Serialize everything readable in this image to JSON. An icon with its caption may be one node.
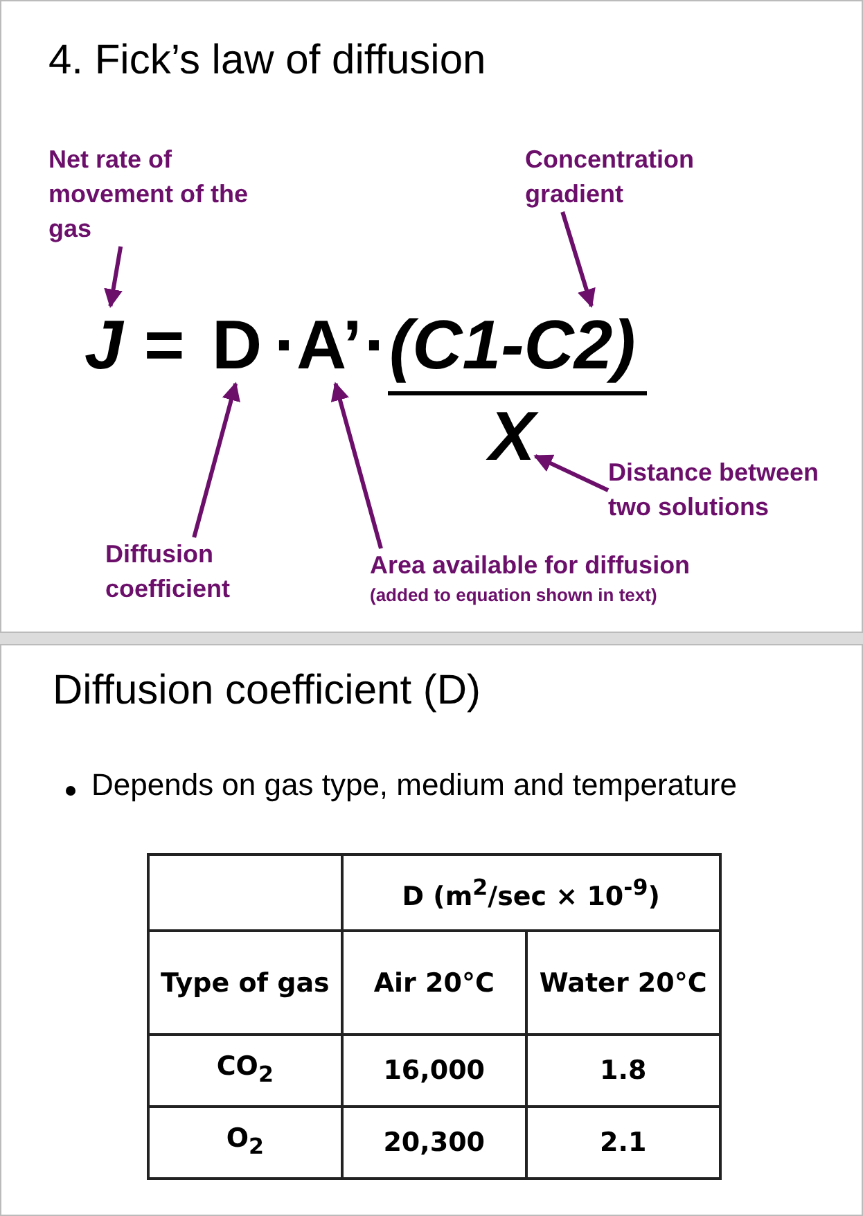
{
  "diagram": {
    "title": "4. Fick’s law of diffusion",
    "nodes": [
      {
        "text": [
          "Net rate of movement of the gas"
        ]
      },
      {
        "text": [
          "Concentration gradient"
        ]
      },
      {
        "text": [
          "J"
        ]
      },
      {
        "text": [
          "D"
        ]
      },
      {
        "text": [
          "A’"
        ]
      },
      {
        "text": [
          "(C1-C2)"
        ]
      },
      {
        "text": [
          "X"
        ]
      },
      {
        "text": [
          "Diffusion coefficient"
        ]
      },
      {
        "text": [
          "Area available for diffusion",
          "(added to equation shown in text)"
        ]
      },
      {
        "text": [
          "Distance between two solutions"
        ]
      }
    ],
    "edges": [
      {
        "from": 0,
        "to": 2,
        "arrow": "to"
      },
      {
        "from": 1,
        "to": 5,
        "arrow": "to"
      },
      {
        "from": 7,
        "to": 3,
        "arrow": "to"
      },
      {
        "from": 8,
        "to": 4,
        "arrow": "to"
      },
      {
        "from": 9,
        "to": 6,
        "arrow": "to"
      }
    ],
    "labels": [
      "=",
      "·",
      "·",
      "Diffusion coefficient (D)",
      "Depends on gas type, medium and temperature",
      "D (m$^{2}$/sec × 10$^{-9}$)",
      "Type of gas",
      "Air 20°C",
      "Water 20°C",
      "CO$_{2}$",
      "16,000",
      "1.8",
      "O$_{2}$",
      "20,300",
      "2.1"
    ]
  }
}
